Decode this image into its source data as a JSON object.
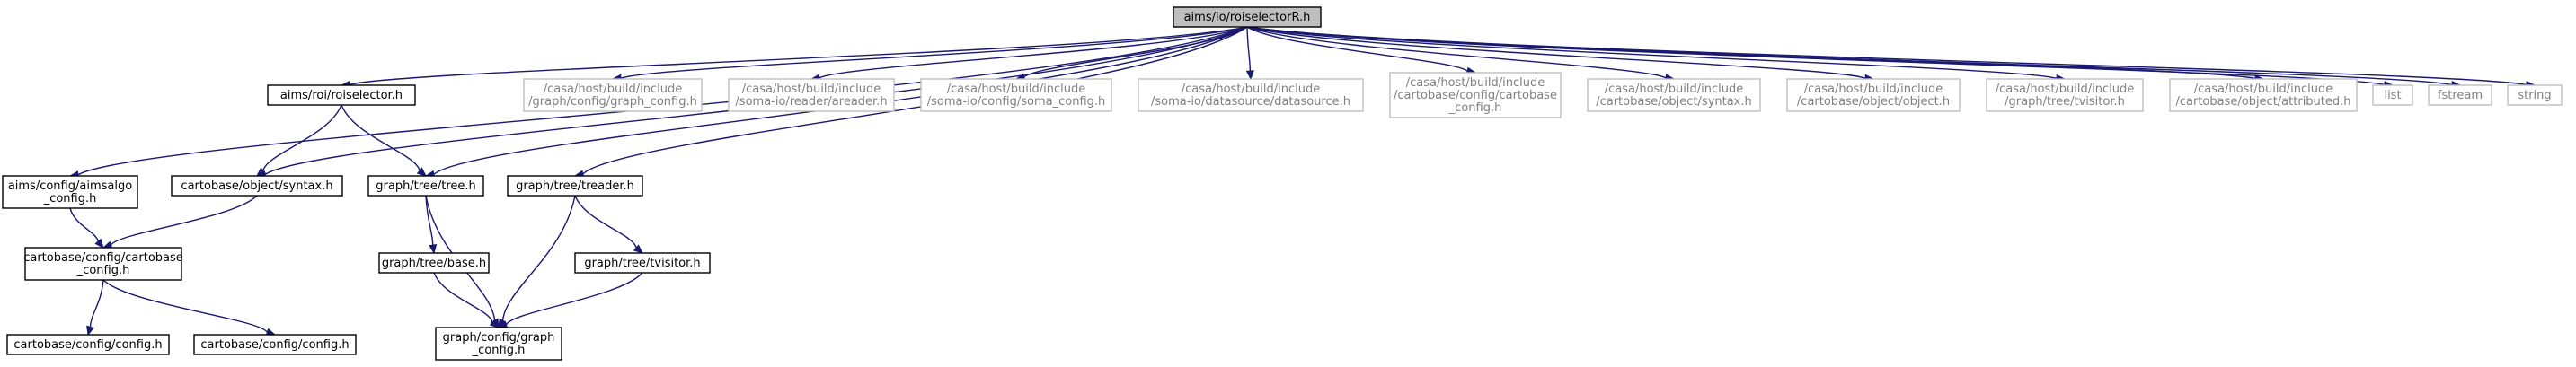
{
  "graph": {
    "colors": {
      "edge": "#191970",
      "root_fill": "#bfbfbf",
      "node_border": "#000000",
      "external_border": "#bfbfbf",
      "external_text": "#808080"
    },
    "nodes": [
      {
        "id": "root",
        "lines": [
          "aims/io/roiselectorR.h"
        ],
        "kind": "root"
      },
      {
        "id": "aimsalgo_config",
        "lines": [
          "aims/config/aimsalgo",
          "_config.h"
        ],
        "kind": "internal"
      },
      {
        "id": "roiselector_h",
        "lines": [
          "aims/roi/roiselector.h"
        ],
        "kind": "internal"
      },
      {
        "id": "syntax_h",
        "lines": [
          "cartobase/object/syntax.h"
        ],
        "kind": "internal"
      },
      {
        "id": "tree_h",
        "lines": [
          "graph/tree/tree.h"
        ],
        "kind": "internal"
      },
      {
        "id": "treader_h",
        "lines": [
          "graph/tree/treader.h"
        ],
        "kind": "internal"
      },
      {
        "id": "ext_graph_config",
        "lines": [
          "/casa/host/build/include",
          "/graph/config/graph_config.h"
        ],
        "kind": "external"
      },
      {
        "id": "ext_areader",
        "lines": [
          "/casa/host/build/include",
          "/soma-io/reader/areader.h"
        ],
        "kind": "external"
      },
      {
        "id": "ext_soma_config",
        "lines": [
          "/casa/host/build/include",
          "/soma-io/config/soma_config.h"
        ],
        "kind": "external"
      },
      {
        "id": "ext_datasource",
        "lines": [
          "/casa/host/build/include",
          "/soma-io/datasource/datasource.h"
        ],
        "kind": "external"
      },
      {
        "id": "ext_cartobase_config",
        "lines": [
          "/casa/host/build/include",
          "/cartobase/config/cartobase",
          "_config.h"
        ],
        "kind": "external"
      },
      {
        "id": "ext_syntax",
        "lines": [
          "/casa/host/build/include",
          "/cartobase/object/syntax.h"
        ],
        "kind": "external"
      },
      {
        "id": "ext_object",
        "lines": [
          "/casa/host/build/include",
          "/cartobase/object/object.h"
        ],
        "kind": "external"
      },
      {
        "id": "ext_tvisitor",
        "lines": [
          "/casa/host/build/include",
          "/graph/tree/tvisitor.h"
        ],
        "kind": "external"
      },
      {
        "id": "ext_attributed",
        "lines": [
          "/casa/host/build/include",
          "/cartobase/object/attributed.h"
        ],
        "kind": "external"
      },
      {
        "id": "list",
        "lines": [
          "list"
        ],
        "kind": "external"
      },
      {
        "id": "fstream",
        "lines": [
          "fstream"
        ],
        "kind": "external"
      },
      {
        "id": "string",
        "lines": [
          "string"
        ],
        "kind": "external"
      },
      {
        "id": "cartobase_config_h",
        "lines": [
          "cartobase/config/cartobase",
          "_config.h"
        ],
        "kind": "internal"
      },
      {
        "id": "config_h_a",
        "lines": [
          "cartobase/config/config.h"
        ],
        "kind": "internal"
      },
      {
        "id": "config_h_b",
        "lines": [
          "cartobase/config/config.h"
        ],
        "kind": "internal"
      },
      {
        "id": "base_h",
        "lines": [
          "graph/tree/base.h"
        ],
        "kind": "internal"
      },
      {
        "id": "tvisitor_h",
        "lines": [
          "graph/tree/tvisitor.h"
        ],
        "kind": "internal"
      },
      {
        "id": "graph_config_h",
        "lines": [
          "graph/config/graph",
          "_config.h"
        ],
        "kind": "internal"
      }
    ],
    "edges": [
      [
        "root",
        "aimsalgo_config"
      ],
      [
        "root",
        "roiselector_h"
      ],
      [
        "root",
        "syntax_h"
      ],
      [
        "root",
        "tree_h"
      ],
      [
        "root",
        "treader_h"
      ],
      [
        "root",
        "ext_graph_config"
      ],
      [
        "root",
        "ext_areader"
      ],
      [
        "root",
        "ext_soma_config"
      ],
      [
        "root",
        "ext_datasource"
      ],
      [
        "root",
        "ext_cartobase_config"
      ],
      [
        "root",
        "ext_syntax"
      ],
      [
        "root",
        "ext_object"
      ],
      [
        "root",
        "ext_tvisitor"
      ],
      [
        "root",
        "ext_attributed"
      ],
      [
        "root",
        "list"
      ],
      [
        "root",
        "fstream"
      ],
      [
        "root",
        "string"
      ],
      [
        "aimsalgo_config",
        "cartobase_config_h"
      ],
      [
        "roiselector_h",
        "syntax_h"
      ],
      [
        "roiselector_h",
        "tree_h"
      ],
      [
        "syntax_h",
        "cartobase_config_h"
      ],
      [
        "cartobase_config_h",
        "config_h_a"
      ],
      [
        "cartobase_config_h",
        "config_h_b"
      ],
      [
        "tree_h",
        "base_h"
      ],
      [
        "tree_h",
        "graph_config_h"
      ],
      [
        "base_h",
        "graph_config_h"
      ],
      [
        "treader_h",
        "tvisitor_h"
      ],
      [
        "treader_h",
        "graph_config_h"
      ],
      [
        "tvisitor_h",
        "graph_config_h"
      ]
    ]
  }
}
